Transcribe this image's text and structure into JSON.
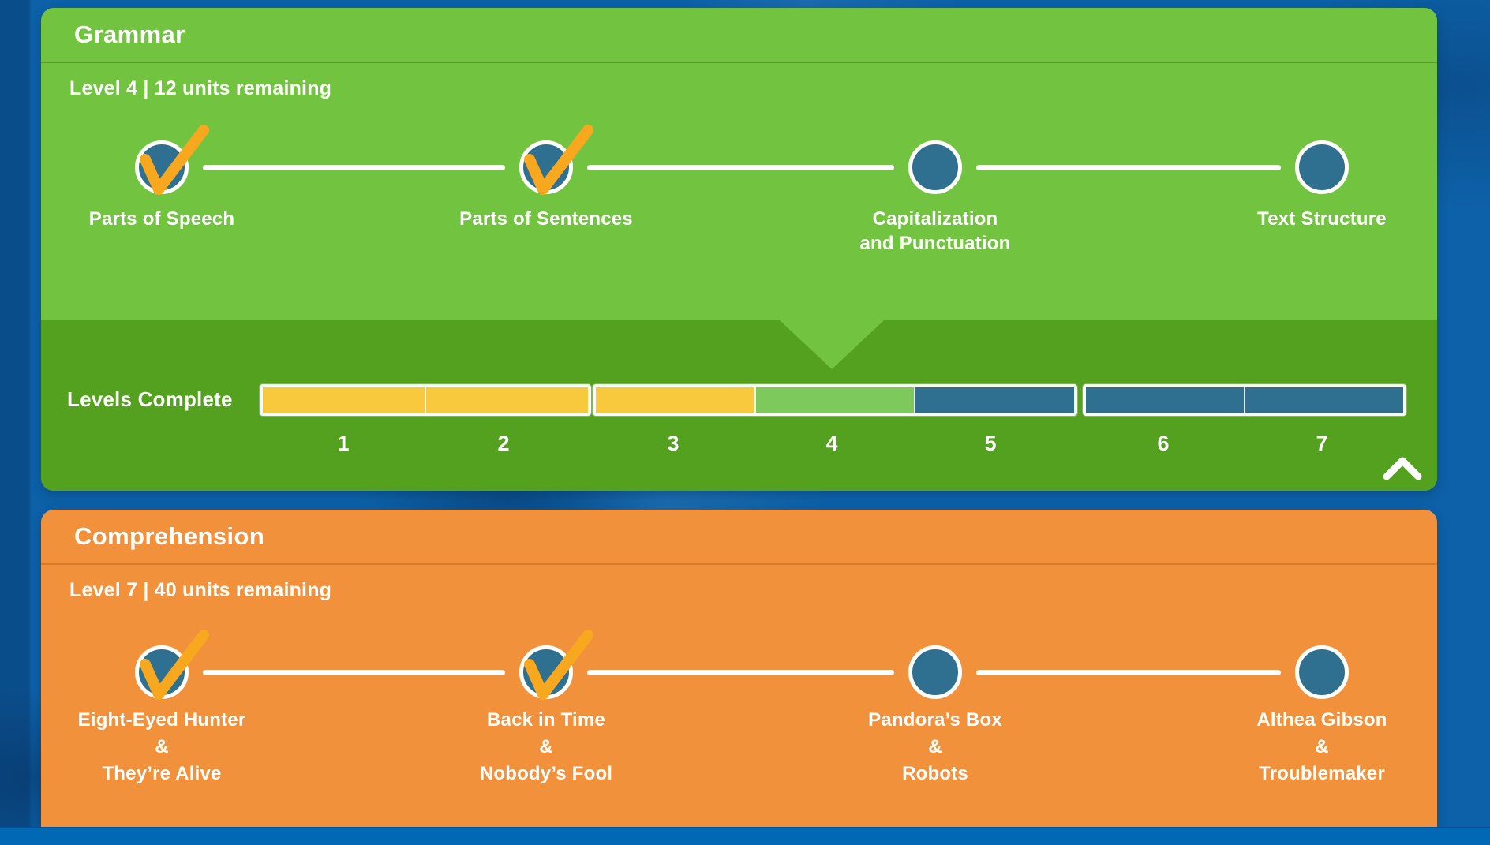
{
  "colors": {
    "background_blue": "#0d61a8",
    "bottom_bar_blue": "#0068b4",
    "grammar_card_green": "#72c440",
    "levels_band_green": "#54a01f",
    "comprehension_card_orange": "#f1913c",
    "node_circle_teal": "#2f6f90",
    "checkmark_gold": "#f8a81f",
    "segment_complete_yellow": "#f9c93d",
    "segment_current_green": "#7dc95b",
    "segment_upcoming_teal": "#2f6f90",
    "text": "#ffffff"
  },
  "grammar": {
    "title": "Grammar",
    "subtitle": "Level 4 | 12 units remaining",
    "units": [
      {
        "lines": [
          "Parts of Speech"
        ],
        "status": "complete"
      },
      {
        "lines": [
          "Parts of Sentences"
        ],
        "status": "complete"
      },
      {
        "lines": [
          "Capitalization",
          "and Punctuation"
        ],
        "status": "upcoming"
      },
      {
        "lines": [
          "Text Structure"
        ],
        "status": "upcoming"
      }
    ],
    "levels_label": "Levels Complete",
    "current_level": "4",
    "segments": [
      {
        "number": "1",
        "status": "complete"
      },
      {
        "number": "2",
        "status": "complete"
      },
      {
        "number": "3",
        "status": "complete"
      },
      {
        "number": "4",
        "status": "current"
      },
      {
        "number": "5",
        "status": "upcoming"
      },
      {
        "number": "6",
        "status": "upcoming"
      },
      {
        "number": "7",
        "status": "upcoming"
      }
    ],
    "collapse_icon": "chevron-up"
  },
  "comprehension": {
    "title": "Comprehension",
    "subtitle": "Level 7 | 40 units remaining",
    "units": [
      {
        "lines": [
          "Eight-Eyed Hunter",
          "&",
          "They’re Alive"
        ],
        "status": "complete"
      },
      {
        "lines": [
          "Back in Time",
          "&",
          "Nobody’s Fool"
        ],
        "status": "complete"
      },
      {
        "lines": [
          "Pandora’s Box",
          "&",
          "Robots"
        ],
        "status": "upcoming"
      },
      {
        "lines": [
          "Althea Gibson",
          "&",
          "Troublemaker"
        ],
        "status": "upcoming"
      }
    ]
  }
}
